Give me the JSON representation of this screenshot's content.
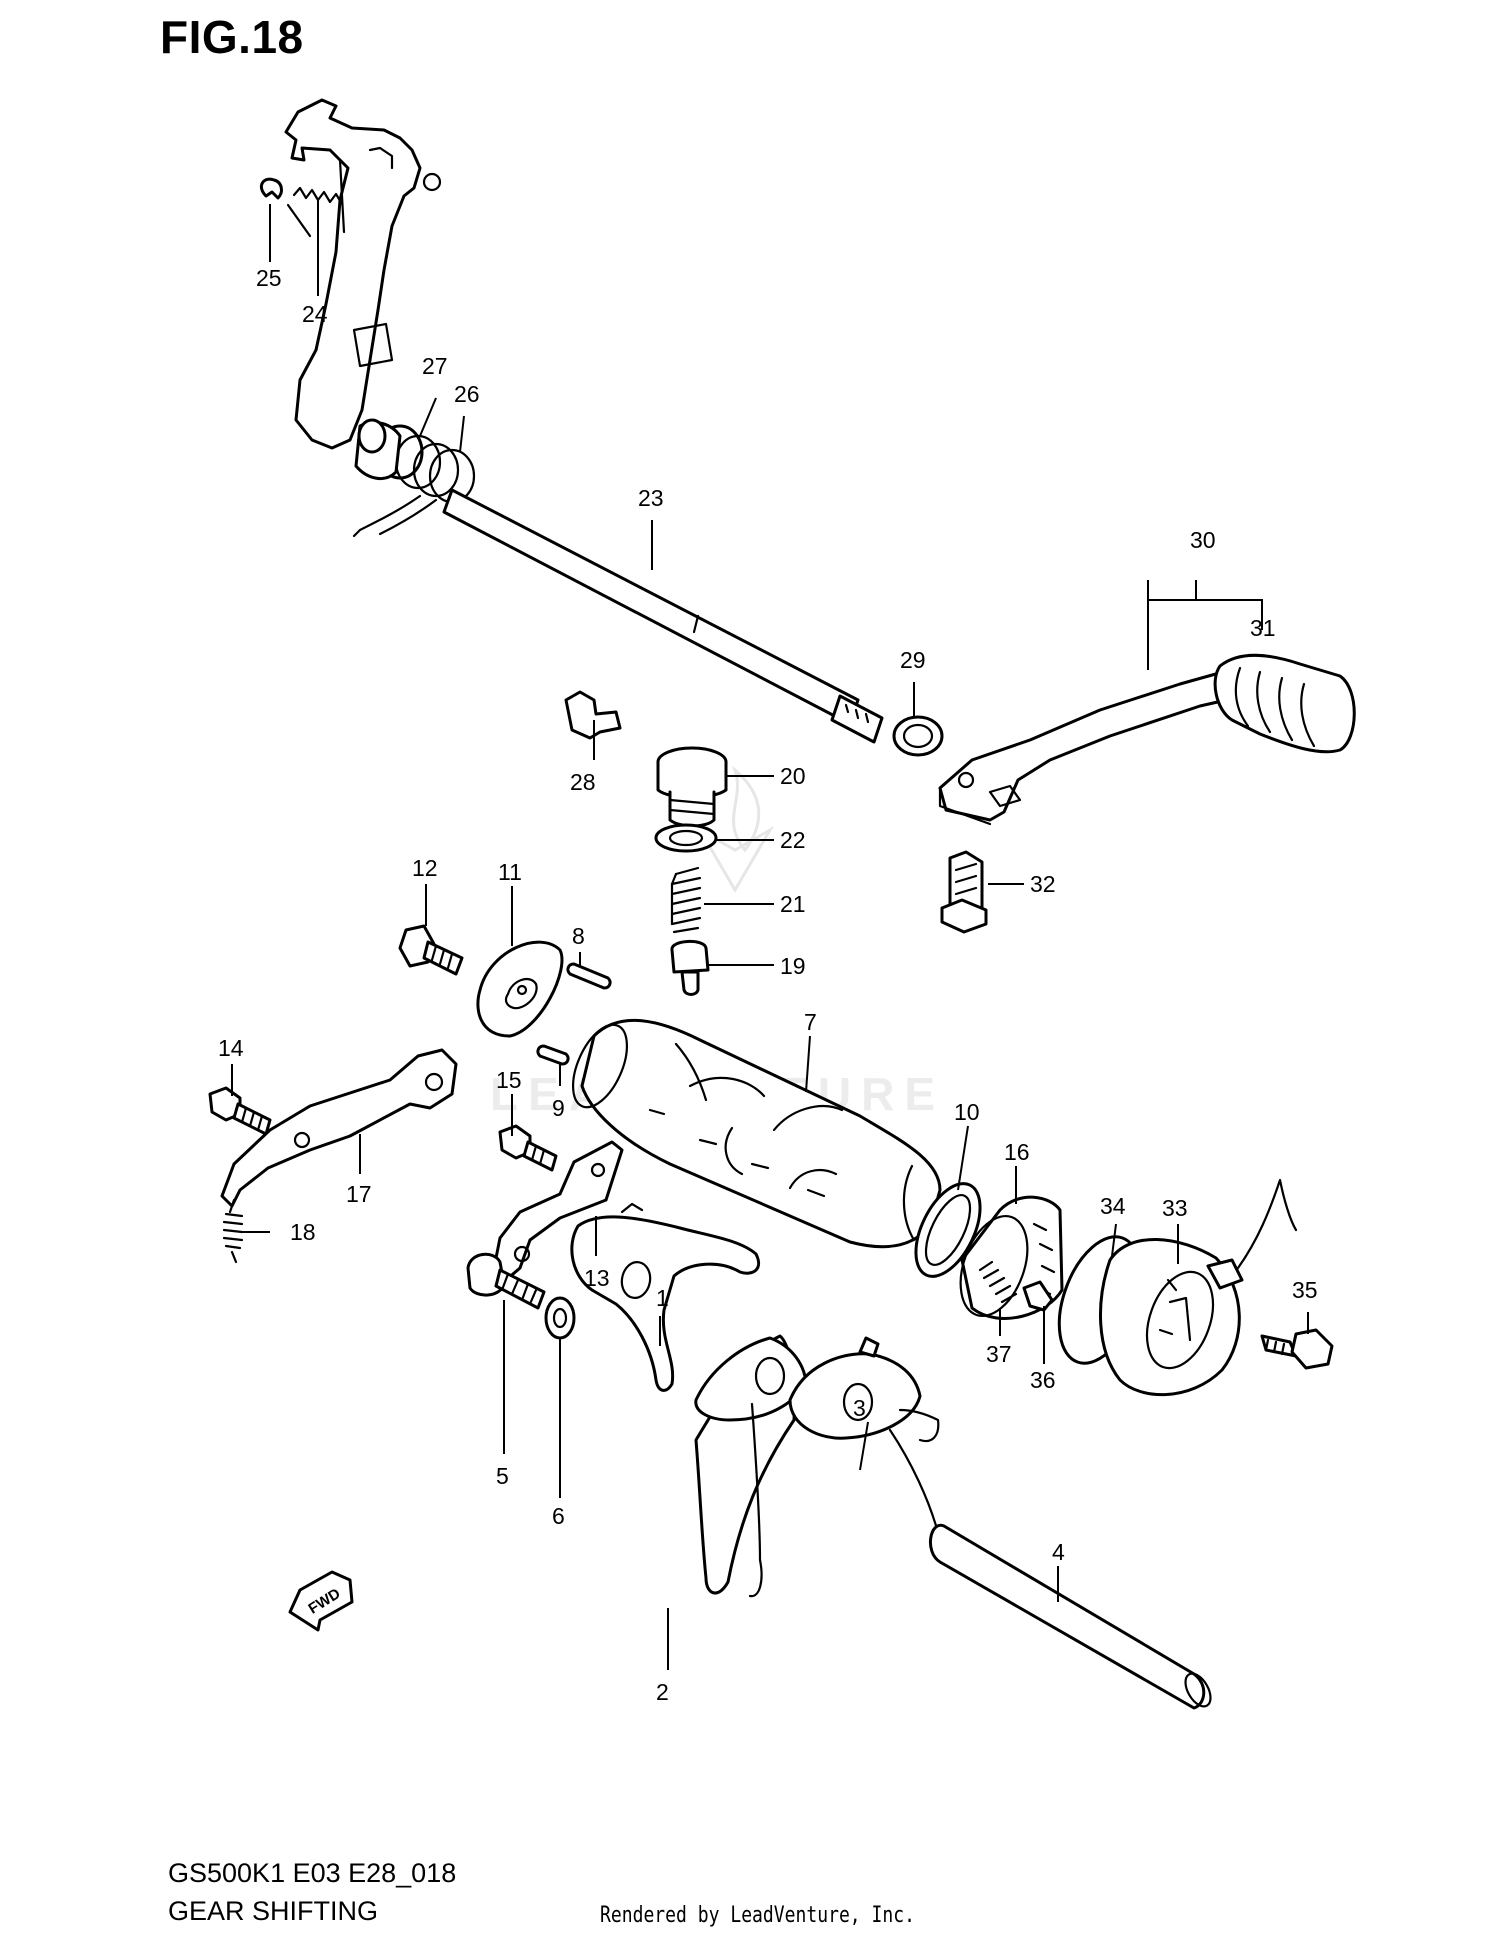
{
  "figure": {
    "title": "FIG.18",
    "code": "GS500K1 E03 E28_018",
    "name": "GEAR SHIFTING",
    "credit": "Rendered by LeadVenture, Inc.",
    "watermark": "LEADVENTURE",
    "direction_label": "FWD"
  },
  "callouts": [
    {
      "id": "c1",
      "text": "1"
    },
    {
      "id": "c2",
      "text": "2"
    },
    {
      "id": "c3",
      "text": "3"
    },
    {
      "id": "c4",
      "text": "4"
    },
    {
      "id": "c5",
      "text": "5"
    },
    {
      "id": "c6",
      "text": "6"
    },
    {
      "id": "c7",
      "text": "7"
    },
    {
      "id": "c8",
      "text": "8"
    },
    {
      "id": "c9",
      "text": "9"
    },
    {
      "id": "c10",
      "text": "10"
    },
    {
      "id": "c11",
      "text": "11"
    },
    {
      "id": "c12",
      "text": "12"
    },
    {
      "id": "c13",
      "text": "13"
    },
    {
      "id": "c14",
      "text": "14"
    },
    {
      "id": "c15",
      "text": "15"
    },
    {
      "id": "c16",
      "text": "16"
    },
    {
      "id": "c17",
      "text": "17"
    },
    {
      "id": "c18",
      "text": "18"
    },
    {
      "id": "c19",
      "text": "19"
    },
    {
      "id": "c20",
      "text": "20"
    },
    {
      "id": "c21",
      "text": "21"
    },
    {
      "id": "c22",
      "text": "22"
    },
    {
      "id": "c23",
      "text": "23"
    },
    {
      "id": "c24",
      "text": "24"
    },
    {
      "id": "c25",
      "text": "25"
    },
    {
      "id": "c26",
      "text": "26"
    },
    {
      "id": "c27",
      "text": "27"
    },
    {
      "id": "c28",
      "text": "28"
    },
    {
      "id": "c29",
      "text": "29"
    },
    {
      "id": "c30",
      "text": "30"
    },
    {
      "id": "c31",
      "text": "31"
    },
    {
      "id": "c32",
      "text": "32"
    },
    {
      "id": "c33",
      "text": "33"
    },
    {
      "id": "c34",
      "text": "34"
    },
    {
      "id": "c35",
      "text": "35"
    },
    {
      "id": "c36",
      "text": "36"
    },
    {
      "id": "c37",
      "text": "37"
    }
  ]
}
